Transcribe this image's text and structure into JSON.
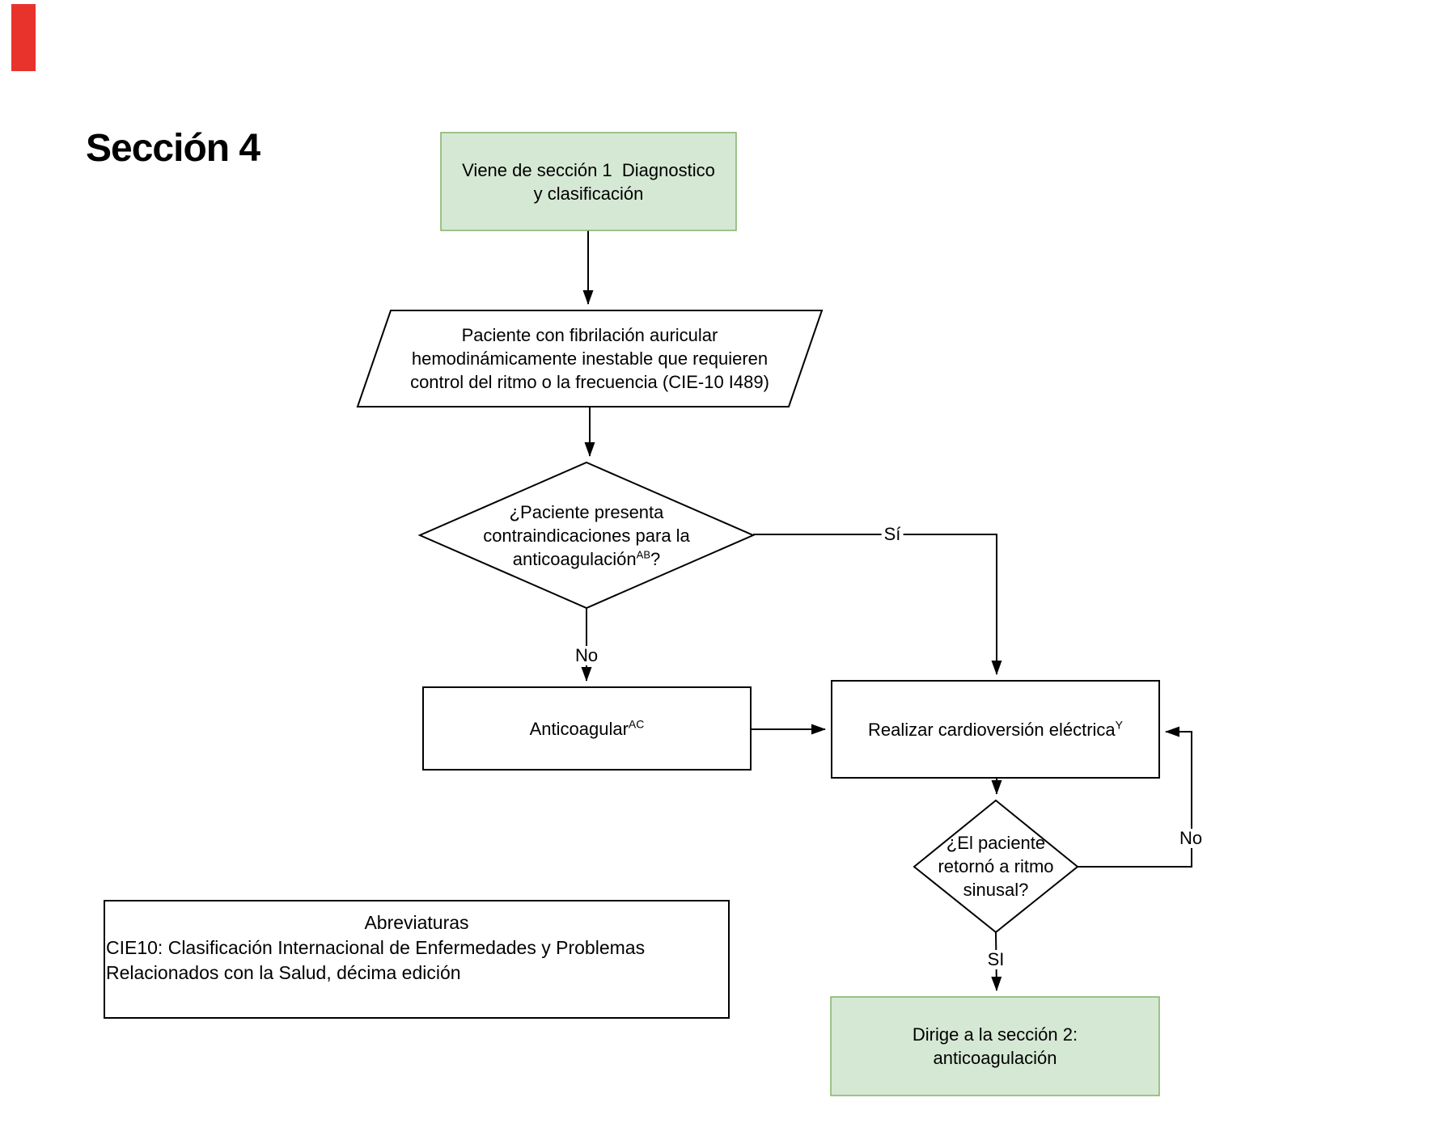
{
  "title": "Sección 4",
  "colors": {
    "bg": "#ffffff",
    "text": "#000000",
    "line": "#000000",
    "green_fill": "#d5e8d4",
    "green_border": "#82b366",
    "marker_red": "#e8332c"
  },
  "nodes": {
    "start": {
      "line1": "Viene de sección 1  Diagnostico",
      "line2": "y clasificación"
    },
    "patient": {
      "line1": "Paciente con fibrilación auricular",
      "line2": "hemodinámicamente inestable que requieren",
      "line3": "control del ritmo o la frecuencia (CIE-10 I489)"
    },
    "decision1": {
      "line1": "¿Paciente presenta",
      "line2": "contraindicaciones para la",
      "line3_pre": "anticoagulación",
      "line3_sup": "AB",
      "line3_post": "?"
    },
    "anticoagulate": {
      "pre": "Anticoagular",
      "sup": "AC"
    },
    "cardioversion": {
      "pre": "Realizar cardioversión eléctrica",
      "sup": "Y"
    },
    "decision2": {
      "line1": "¿El paciente",
      "line2": "retornó a ritmo",
      "line3": "sinusal?"
    },
    "end": {
      "line1": "Dirige a la sección 2:",
      "line2": "anticoagulación"
    },
    "abbreviations": {
      "title": "Abreviaturas",
      "line1": "CIE10: Clasificación Internacional de Enfermedades y Problemas",
      "line2": "Relacionados con la Salud, décima edición"
    }
  },
  "edge_labels": {
    "yes": "Sí",
    "no1": "No",
    "no2": "No",
    "yes2": "SI"
  }
}
